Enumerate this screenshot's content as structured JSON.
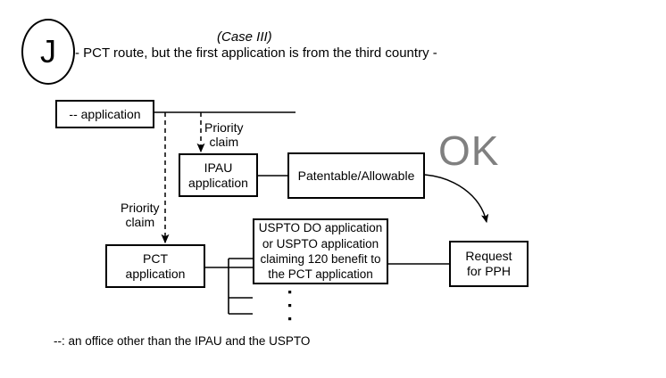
{
  "diagram": {
    "case_badge": "J",
    "title": "(Case III)",
    "subtitle": "- PCT route, but the first application is from the third country -",
    "ok_mark": "OK",
    "footnote": "--:  an office other than the IPAU and the USPTO",
    "colors": {
      "stroke": "#000000",
      "background": "#ffffff",
      "ok_gray": "#808080"
    },
    "nodes": {
      "source_application": "-- application",
      "ipau_application_line1": "IPAU",
      "ipau_application_line2": "application",
      "patentable": "Patentable/Allowable",
      "pct_application_line1": "PCT",
      "pct_application_line2": "application",
      "uspto_line1": "USPTO DO application",
      "uspto_line2": "or USPTO application",
      "uspto_line3": "claiming 120 benefit to",
      "uspto_line4": "the PCT application",
      "pph_line1": "Request",
      "pph_line2": "for PPH"
    },
    "edge_labels": {
      "priority_claim_top_line1": "Priority",
      "priority_claim_top_line2": "claim",
      "priority_claim_left_line1": "Priority",
      "priority_claim_left_line2": "claim"
    }
  }
}
